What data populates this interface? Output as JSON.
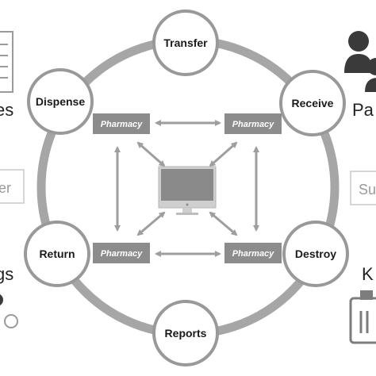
{
  "colors": {
    "ring": "#a6a6a6",
    "node_stroke": "#999999",
    "node_fill": "#ffffff",
    "pharmacy_fill": "#8c8c8c",
    "arrow": "#9e9e9e",
    "monitor_screen": "#8a8a8a",
    "monitor_frame": "#cfcfcf",
    "icon_dark": "#3a3a3a",
    "icon_mid": "#7d7d7d",
    "side_text": "#222222",
    "side_box_text": "#9a9a9a"
  },
  "nodes": {
    "transfer": "Transfer",
    "receive": "Receive",
    "destroy": "Destroy",
    "reports": "Reports",
    "return": "Return",
    "dispense": "Dispense"
  },
  "pharmacy_boxes": {
    "top_left": "Pharmacy",
    "top_right": "Pharmacy",
    "bottom_left": "Pharmacy",
    "bottom_right": "Pharmacy"
  },
  "left_edge": {
    "upper_label": "es",
    "box_label": "er",
    "lower_label": "gs"
  },
  "right_edge": {
    "upper_label": "Pa",
    "box_label": "Su",
    "lower_label": "K"
  },
  "icons": {
    "left_top": "document-list-icon",
    "right_top": "patients-icon",
    "center": "computer-monitor-icon",
    "left_bottom": "pills-icon",
    "right_bottom": "medicine-bottle-icon"
  }
}
